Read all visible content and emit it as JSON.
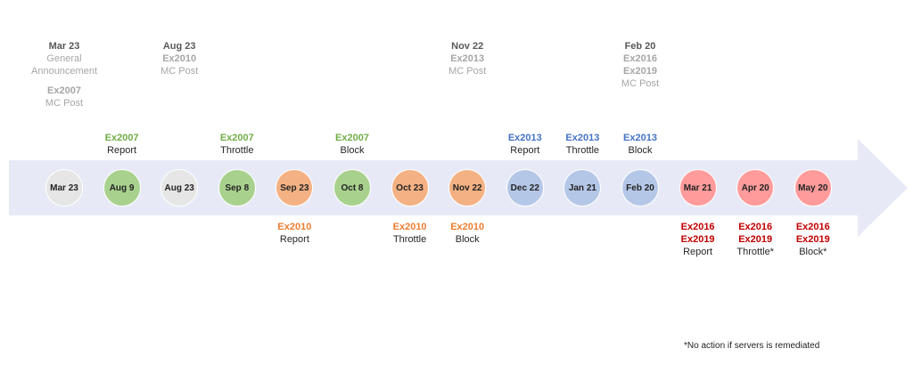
{
  "colors": {
    "arrow": "#e7eaf6",
    "gray_fill": "#e6e6e6",
    "green_fill": "#a9d18e",
    "orange_fill": "#f4b183",
    "blue_fill": "#b4c7e7",
    "red_fill": "#ff9b9b",
    "gray_text": "#a6a6a6",
    "dark_text": "#595959",
    "green_text": "#70ad47",
    "orange_text": "#ed7d31",
    "blue_text": "#4472c4",
    "red_text": "#c00000",
    "black_text": "#262626"
  },
  "milestones": [
    {
      "label": "Mar 23",
      "fill": "gray"
    },
    {
      "label": "Aug 9",
      "fill": "green"
    },
    {
      "label": "Aug 23",
      "fill": "gray"
    },
    {
      "label": "Sep 8",
      "fill": "green"
    },
    {
      "label": "Sep 23",
      "fill": "orange"
    },
    {
      "label": "Oct 8",
      "fill": "green"
    },
    {
      "label": "Oct 23",
      "fill": "orange"
    },
    {
      "label": "Nov 22",
      "fill": "orange"
    },
    {
      "label": "Dec 22",
      "fill": "blue"
    },
    {
      "label": "Jan 21",
      "fill": "blue"
    },
    {
      "label": "Feb 20",
      "fill": "blue"
    },
    {
      "label": "Mar 21",
      "fill": "red"
    },
    {
      "label": "Apr 20",
      "fill": "red"
    },
    {
      "label": "May 20",
      "fill": "red"
    }
  ],
  "top_notes": [
    {
      "milestone": 0,
      "lines": [
        {
          "text": "Mar 23",
          "color": "dark_text",
          "bold": true
        },
        {
          "text": "General",
          "color": "gray_text",
          "bold": false
        },
        {
          "text": "Announcement",
          "color": "gray_text",
          "bold": false
        },
        {
          "gap": true
        },
        {
          "text": "Ex2007",
          "color": "gray_text",
          "bold": true
        },
        {
          "text": "MC Post",
          "color": "gray_text",
          "bold": false
        }
      ]
    },
    {
      "milestone": 2,
      "lines": [
        {
          "text": "Aug 23",
          "color": "dark_text",
          "bold": true
        },
        {
          "text": "Ex2010",
          "color": "gray_text",
          "bold": true
        },
        {
          "text": "MC Post",
          "color": "gray_text",
          "bold": false
        }
      ]
    },
    {
      "milestone": 7,
      "lines": [
        {
          "text": "Nov 22",
          "color": "dark_text",
          "bold": true
        },
        {
          "text": "Ex2013",
          "color": "gray_text",
          "bold": true
        },
        {
          "text": "MC Post",
          "color": "gray_text",
          "bold": false
        }
      ]
    },
    {
      "milestone": 10,
      "lines": [
        {
          "text": "Feb 20",
          "color": "dark_text",
          "bold": true
        },
        {
          "text": "Ex2016",
          "color": "gray_text",
          "bold": true
        },
        {
          "text": "Ex2019",
          "color": "gray_text",
          "bold": true
        },
        {
          "text": "MC Post",
          "color": "gray_text",
          "bold": false
        }
      ]
    }
  ],
  "above_labels": [
    {
      "milestone": 1,
      "lines": [
        {
          "text": "Ex2007",
          "color": "green_text",
          "bold": true
        },
        {
          "text": "Report",
          "color": "black_text",
          "bold": false
        }
      ]
    },
    {
      "milestone": 3,
      "lines": [
        {
          "text": "Ex2007",
          "color": "green_text",
          "bold": true
        },
        {
          "text": "Throttle",
          "color": "black_text",
          "bold": false
        }
      ]
    },
    {
      "milestone": 5,
      "lines": [
        {
          "text": "Ex2007",
          "color": "green_text",
          "bold": true
        },
        {
          "text": "Block",
          "color": "black_text",
          "bold": false
        }
      ]
    },
    {
      "milestone": 8,
      "lines": [
        {
          "text": "Ex2013",
          "color": "blue_text",
          "bold": true
        },
        {
          "text": "Report",
          "color": "black_text",
          "bold": false
        }
      ]
    },
    {
      "milestone": 9,
      "lines": [
        {
          "text": "Ex2013",
          "color": "blue_text",
          "bold": true
        },
        {
          "text": "Throttle",
          "color": "black_text",
          "bold": false
        }
      ]
    },
    {
      "milestone": 10,
      "lines": [
        {
          "text": "Ex2013",
          "color": "blue_text",
          "bold": true
        },
        {
          "text": "Block",
          "color": "black_text",
          "bold": false
        }
      ]
    }
  ],
  "below_labels": [
    {
      "milestone": 4,
      "lines": [
        {
          "text": "Ex2010",
          "color": "orange_text",
          "bold": true
        },
        {
          "text": "Report",
          "color": "black_text",
          "bold": false
        }
      ]
    },
    {
      "milestone": 6,
      "lines": [
        {
          "text": "Ex2010",
          "color": "orange_text",
          "bold": true
        },
        {
          "text": "Throttle",
          "color": "black_text",
          "bold": false
        }
      ]
    },
    {
      "milestone": 7,
      "lines": [
        {
          "text": "Ex2010",
          "color": "orange_text",
          "bold": true
        },
        {
          "text": "Block",
          "color": "black_text",
          "bold": false
        }
      ]
    },
    {
      "milestone": 11,
      "lines": [
        {
          "text": "Ex2016",
          "color": "red_text",
          "bold": true
        },
        {
          "text": "Ex2019",
          "color": "red_text",
          "bold": true
        },
        {
          "text": "Report",
          "color": "black_text",
          "bold": false
        }
      ]
    },
    {
      "milestone": 12,
      "lines": [
        {
          "text": "Ex2016",
          "color": "red_text",
          "bold": true
        },
        {
          "text": "Ex2019",
          "color": "red_text",
          "bold": true
        },
        {
          "text": "Throttle*",
          "color": "black_text",
          "bold": false
        }
      ]
    },
    {
      "milestone": 13,
      "lines": [
        {
          "text": "Ex2016",
          "color": "red_text",
          "bold": true
        },
        {
          "text": "Ex2019",
          "color": "red_text",
          "bold": true
        },
        {
          "text": "Block*",
          "color": "black_text",
          "bold": false
        }
      ]
    }
  ],
  "footnote": "*No action if servers is remediated"
}
